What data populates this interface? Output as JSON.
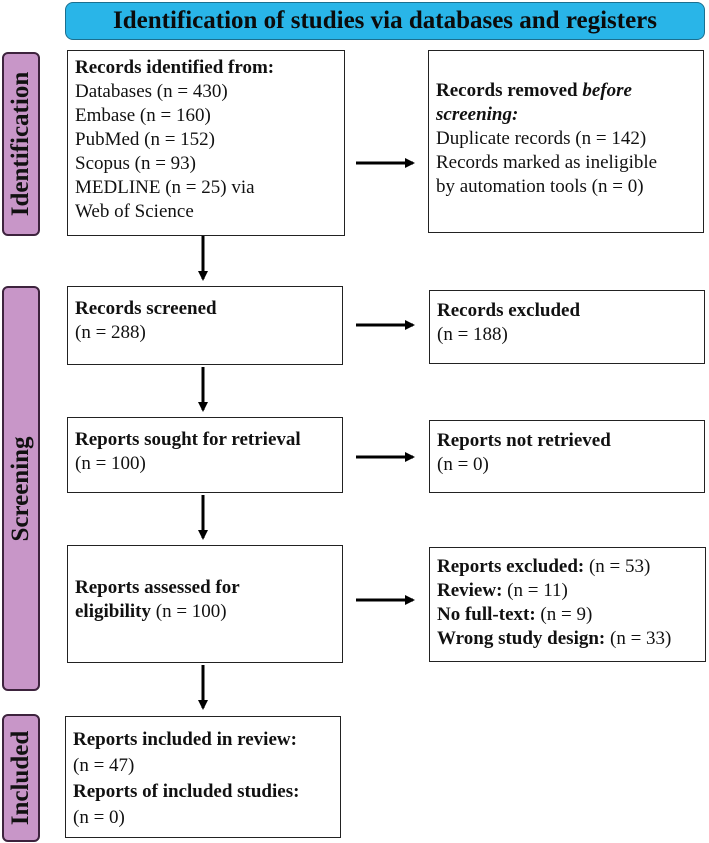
{
  "header": {
    "title": "Identification of studies via databases and registers"
  },
  "phases": {
    "identification": "Identification",
    "screening": "Screening",
    "included": "Included"
  },
  "identified": {
    "title": "Records identified from:",
    "lines": [
      "Databases (n = 430)",
      "Embase (n = 160)",
      "PubMed (n = 152)",
      "Scopus (n = 93)",
      "MEDLINE (n = 25) via",
      "Web of Science"
    ]
  },
  "removed": {
    "title_a": "Records removed ",
    "title_b": "before",
    "title_c": "screening:",
    "lines": [
      "Duplicate records (n = 142)",
      "Records marked as ineligible",
      "by automation tools (n = 0)"
    ]
  },
  "screened": {
    "title": "Records screened",
    "count": "(n = 288)"
  },
  "excluded": {
    "title": "Records excluded",
    "count": "(n = 188)"
  },
  "sought": {
    "title": "Reports sought for retrieval",
    "count": "(n = 100)"
  },
  "not_retrieved": {
    "title": "Reports not retrieved",
    "count": "(n = 0)"
  },
  "assessed": {
    "line1": "Reports assessed for",
    "line2_b": "eligibility",
    "line2_r": " (n = 100)"
  },
  "reports_excluded": {
    "rows": [
      {
        "label": "Reports excluded:",
        "value": " (n = 53)"
      },
      {
        "label": "Review:",
        "value": " (n = 11)"
      },
      {
        "label": "No full-text:",
        "value": " (n = 9)"
      },
      {
        "label": "Wrong study design:",
        "value": " (n = 33)"
      }
    ]
  },
  "included": {
    "title1": "Reports included in review:",
    "count1": "(n = 47)",
    "title2": "Reports of included studies:",
    "count2": "(n = 0)"
  }
}
